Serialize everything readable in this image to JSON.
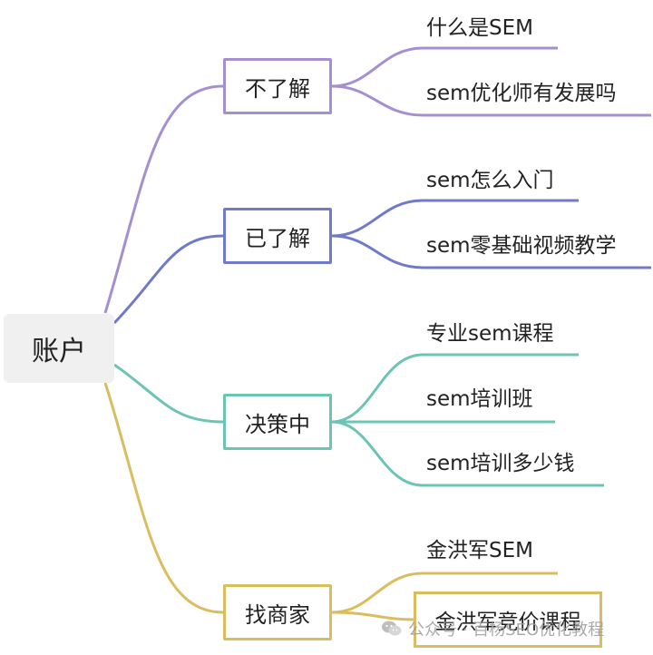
{
  "root": {
    "label": "账户"
  },
  "colors": {
    "purple": "#a48fd1",
    "blue": "#6f7bc8",
    "teal": "#6cc4b4",
    "gold": "#d9bd5e"
  },
  "branches": [
    {
      "label": "不了解",
      "color": "purple",
      "children": [
        "什么是SEM",
        "sem优化师有发展吗"
      ]
    },
    {
      "label": "已了解",
      "color": "blue",
      "children": [
        "sem怎么入门",
        "sem零基础视频教学"
      ]
    },
    {
      "label": "决策中",
      "color": "teal",
      "children": [
        "专业sem课程",
        "sem培训班",
        "sem培训多少钱"
      ]
    },
    {
      "label": "找商家",
      "color": "gold",
      "children": [
        "金洪军SEM",
        "金洪军竞价课程"
      ]
    }
  ],
  "watermark": {
    "icon": "wechat-icon",
    "text": "公众号 · 百杨SEO优化教程"
  }
}
